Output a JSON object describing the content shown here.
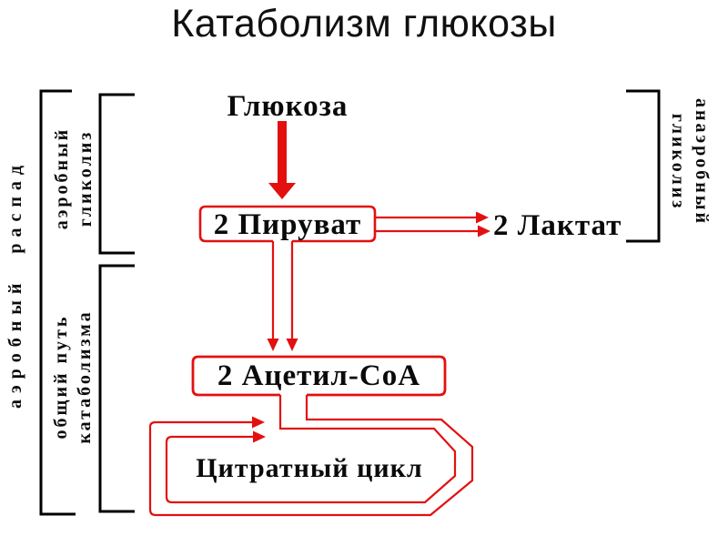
{
  "slide": {
    "title": "Катаболизм глюкозы",
    "background": "#ffffff"
  },
  "colors": {
    "diagram_red": "#e31010",
    "text_black": "#0a0a0a",
    "bracket_black": "#000000"
  },
  "diagram": {
    "nodes": {
      "glucose": "Глюкоза",
      "pyruvate": "2 Пируват",
      "lactate": "2 Лактат",
      "acetyl_coa": "2 Ацетил-CoA",
      "citrate_cycle": "Цитратный цикл"
    },
    "side_labels": {
      "left_outer": "аэробный распад",
      "left_top": [
        "аэробный",
        "гликолиз"
      ],
      "left_bottom": [
        "общий путь",
        "катаболизма"
      ],
      "right": [
        "анаэробный",
        "гликолиз"
      ]
    }
  }
}
